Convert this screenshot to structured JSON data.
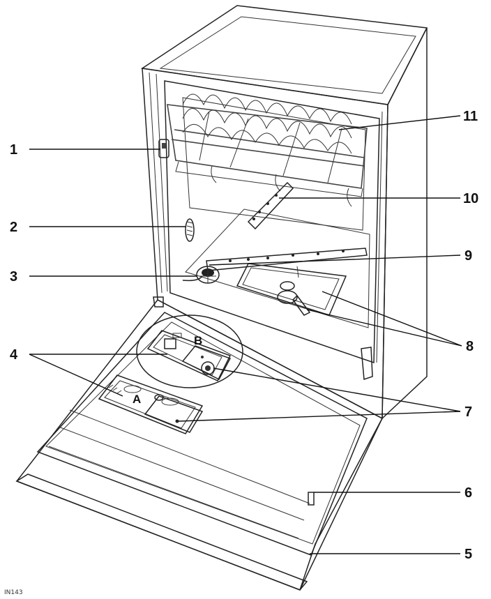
{
  "callouts": {
    "c1": "1",
    "c2": "2",
    "c3": "3",
    "c4": "4",
    "c5": "5",
    "c6": "6",
    "c7": "7",
    "c8": "8",
    "c9": "9",
    "c10": "10",
    "c11": "11"
  },
  "letters": {
    "a": "A",
    "b": "B"
  },
  "figure_code": "IN143"
}
